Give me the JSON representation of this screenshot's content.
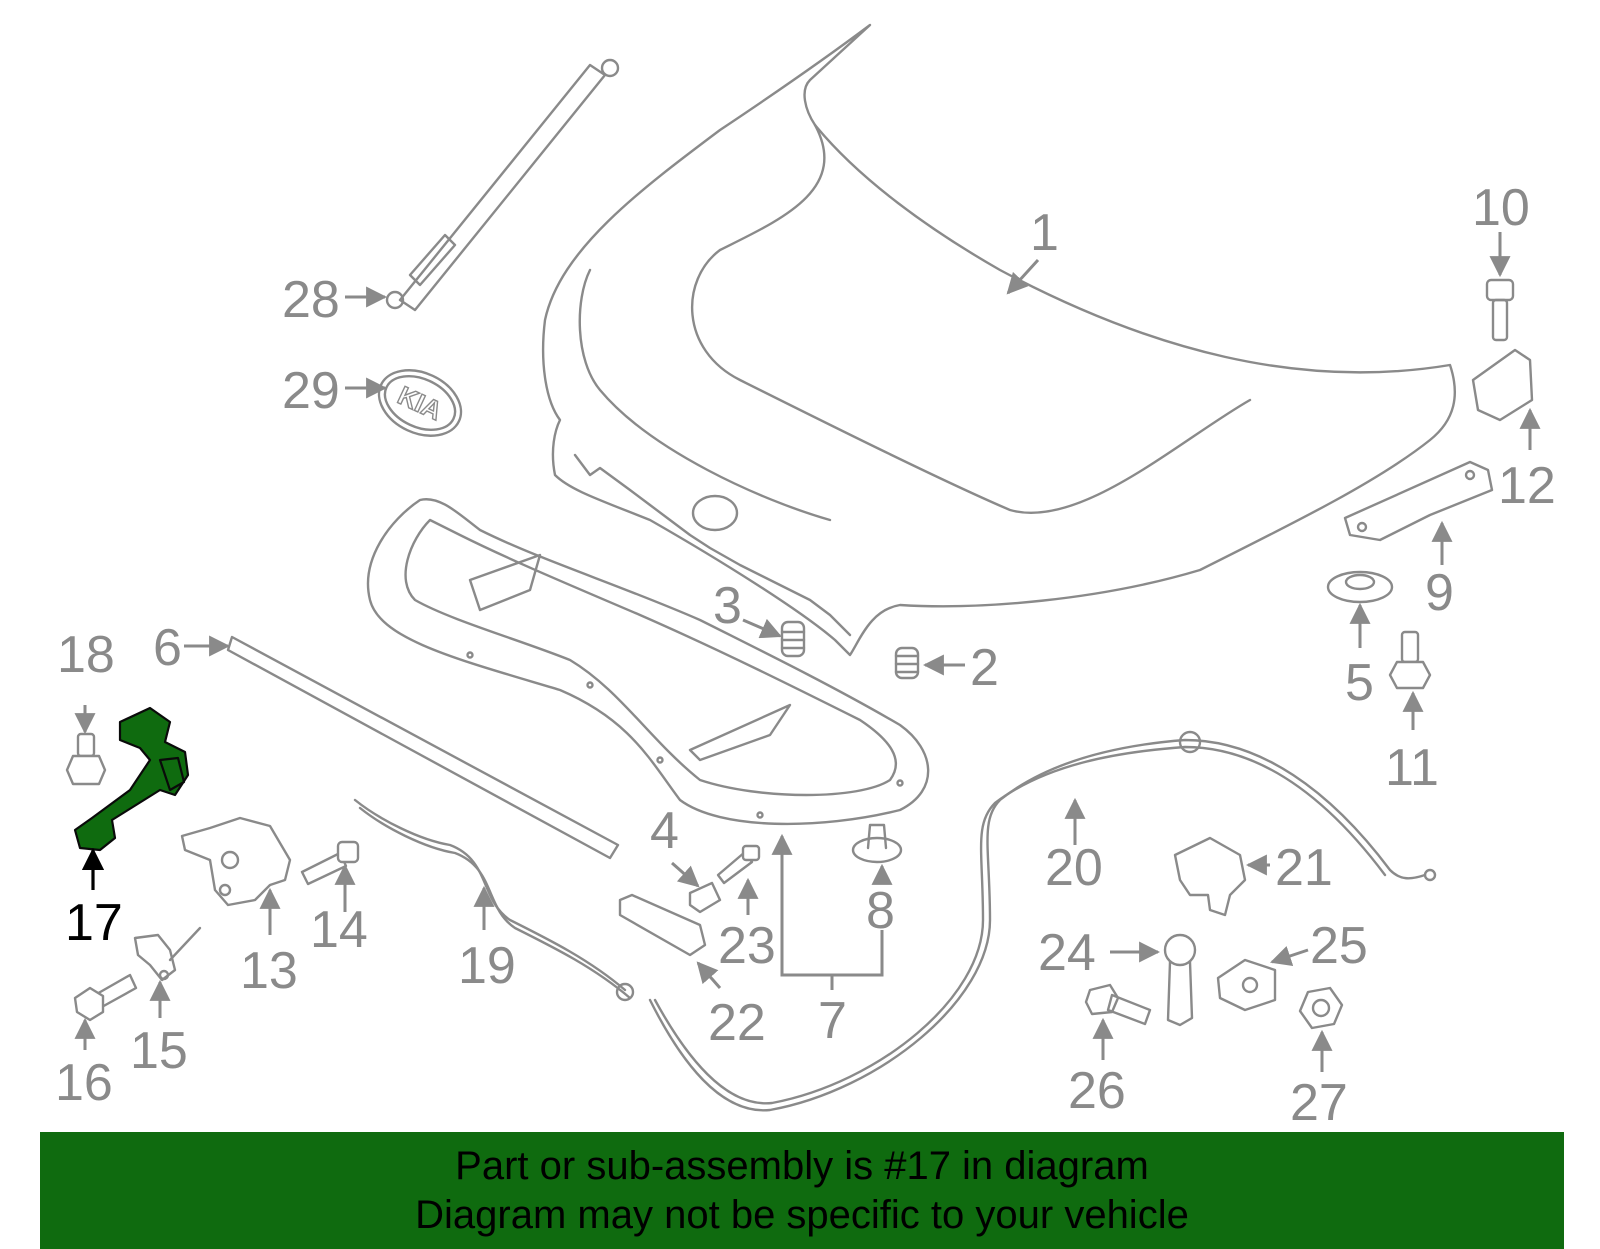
{
  "diagram": {
    "highlight_color": "#0f6b0f",
    "part_color": "#8a8a8a",
    "highlighted_part": "17",
    "labels": [
      "1",
      "2",
      "3",
      "4",
      "5",
      "6",
      "7",
      "8",
      "9",
      "10",
      "11",
      "12",
      "13",
      "14",
      "15",
      "16",
      "17",
      "18",
      "19",
      "20",
      "21",
      "22",
      "23",
      "24",
      "25",
      "26",
      "27",
      "28",
      "29"
    ],
    "badge_text": "KIA"
  },
  "banner": {
    "line1": "Part or sub-assembly is #17 in diagram",
    "line2": "Diagram may not be specific to your vehicle"
  }
}
